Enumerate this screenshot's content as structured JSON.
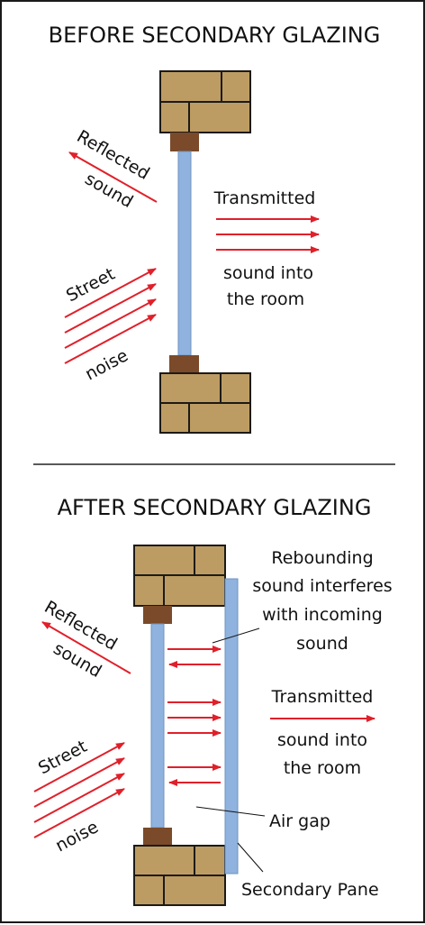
{
  "colors": {
    "brick": "#bd9c63",
    "mortar": "#1c1a16",
    "sill": "#7a4a2a",
    "glass": "#8fb3de",
    "arrow": "#e0202a",
    "text": "#111111",
    "divider": "#222222"
  },
  "before": {
    "title": "BEFORE SECONDARY GLAZING",
    "reflected": [
      "Reflected",
      "sound"
    ],
    "street": "Street",
    "noise": "noise",
    "transmitted": "Transmitted",
    "into_room": [
      "sound into",
      "the room"
    ]
  },
  "after": {
    "title": "AFTER SECONDARY GLAZING",
    "rebounding": [
      "Rebounding",
      "sound interferes",
      "with incoming",
      "sound"
    ],
    "reflected": [
      "Reflected",
      "sound"
    ],
    "street": "Street",
    "noise": "noise",
    "transmitted": "Transmitted",
    "into_room": [
      "sound into",
      "the room"
    ],
    "air_gap": "Air gap",
    "secondary_pane": "Secondary Pane"
  }
}
